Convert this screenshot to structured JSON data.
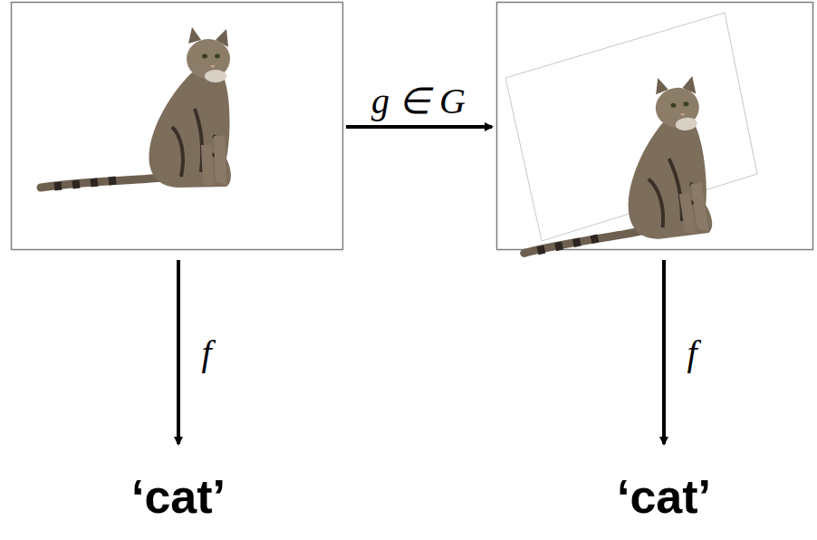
{
  "diagram": {
    "labels": [
      "g ∈ G",
      "f",
      "f",
      "‘cat’",
      "‘cat’"
    ]
  }
}
